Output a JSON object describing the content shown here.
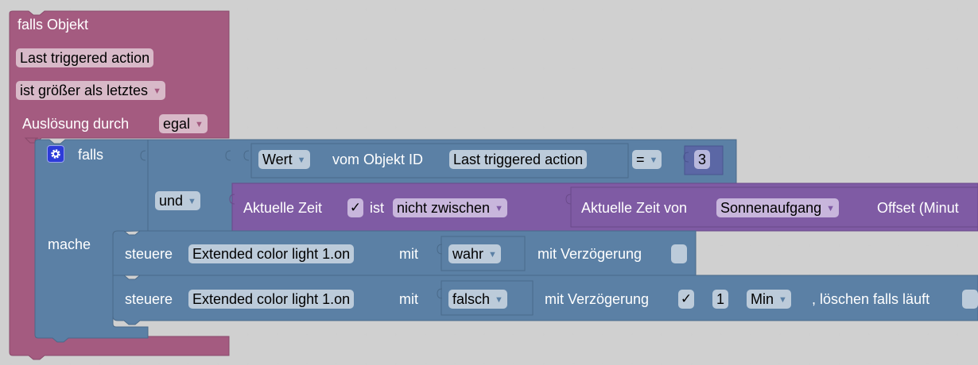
{
  "colors": {
    "trigger_block": "#a45b80",
    "logic_block": "#5b80a5",
    "time_block": "#7f5ba4",
    "number_block": "#5b67a5",
    "gear_button": "#2d3bd8"
  },
  "trigger": {
    "title": "falls Objekt",
    "object_id": "Last triggered action",
    "condition": "ist größer als letztes",
    "trigger_label": "Auslösung durch",
    "trigger_value": "egal"
  },
  "if_block": {
    "label": "falls",
    "gear_icon": "gear-icon",
    "do_label": "mache",
    "operator": "und",
    "compare": {
      "attr": "Wert",
      "of_label": "vom Objekt ID",
      "object_id": "Last triggered action",
      "op": "=",
      "value": "3"
    },
    "time_check": {
      "label": "Aktuelle Zeit",
      "check": "✓",
      "ist": "ist",
      "mode": "nicht zwischen",
      "inner_label": "Aktuelle Zeit von",
      "inner_value": "Sonnenaufgang",
      "offset_label": "Offset (Minut"
    }
  },
  "actions": [
    {
      "label": "steuere",
      "object_id": "Extended color light 1.on",
      "with": "mit",
      "value": "wahr",
      "delay_label": "mit Verzögerung",
      "delay_checked": false
    },
    {
      "label": "steuere",
      "object_id": "Extended color light 1.on",
      "with": "mit",
      "value": "falsch",
      "delay_label": "mit Verzögerung",
      "delay_checked": true,
      "delay_check": "✓",
      "delay_amount": "1",
      "delay_unit": "Min",
      "clear_label": ", löschen falls läuft",
      "clear_checked": false
    }
  ],
  "dropdown_arrow": "▼"
}
